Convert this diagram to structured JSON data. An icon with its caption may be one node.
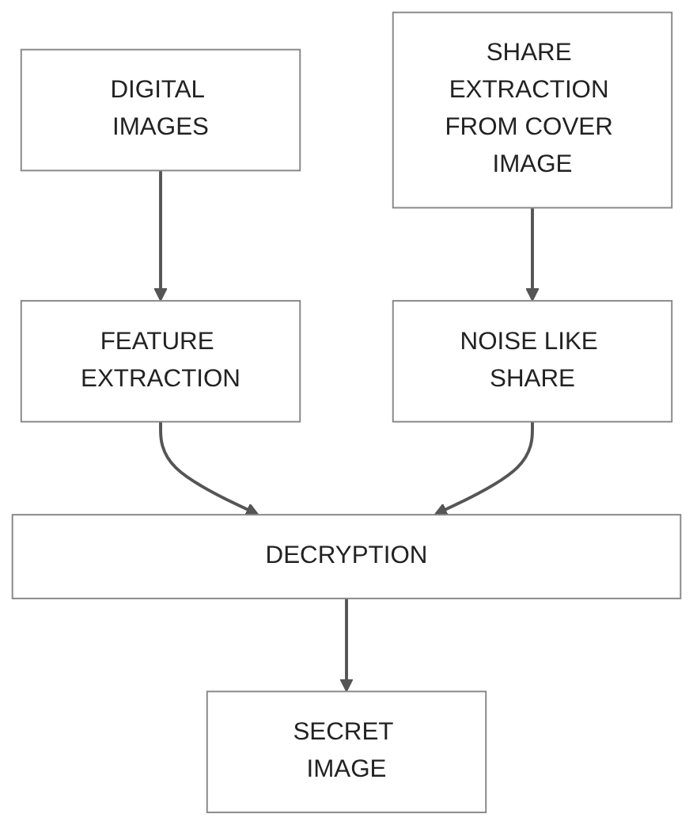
{
  "diagram": {
    "nodes": [
      {
        "text": [
          "DIGITAL IMAGES"
        ]
      },
      {
        "text": [
          "SHARE EXTRACTION FROM COVER IMAGE"
        ]
      },
      {
        "text": [
          "FEATURE EXTRACTION"
        ]
      },
      {
        "text": [
          "NOISE LIKE SHARE"
        ]
      },
      {
        "text": [
          "DECRYPTION"
        ]
      },
      {
        "text": [
          "SECRET IMAGE"
        ]
      }
    ],
    "edges": [
      {
        "from": 0,
        "to": 2,
        "arrow": "to"
      },
      {
        "from": 1,
        "to": 3,
        "arrow": "to"
      },
      {
        "from": 2,
        "to": 4,
        "arrow": "to"
      },
      {
        "from": 3,
        "to": 4,
        "arrow": "to"
      },
      {
        "from": 4,
        "to": 5,
        "arrow": "to"
      }
    ]
  }
}
